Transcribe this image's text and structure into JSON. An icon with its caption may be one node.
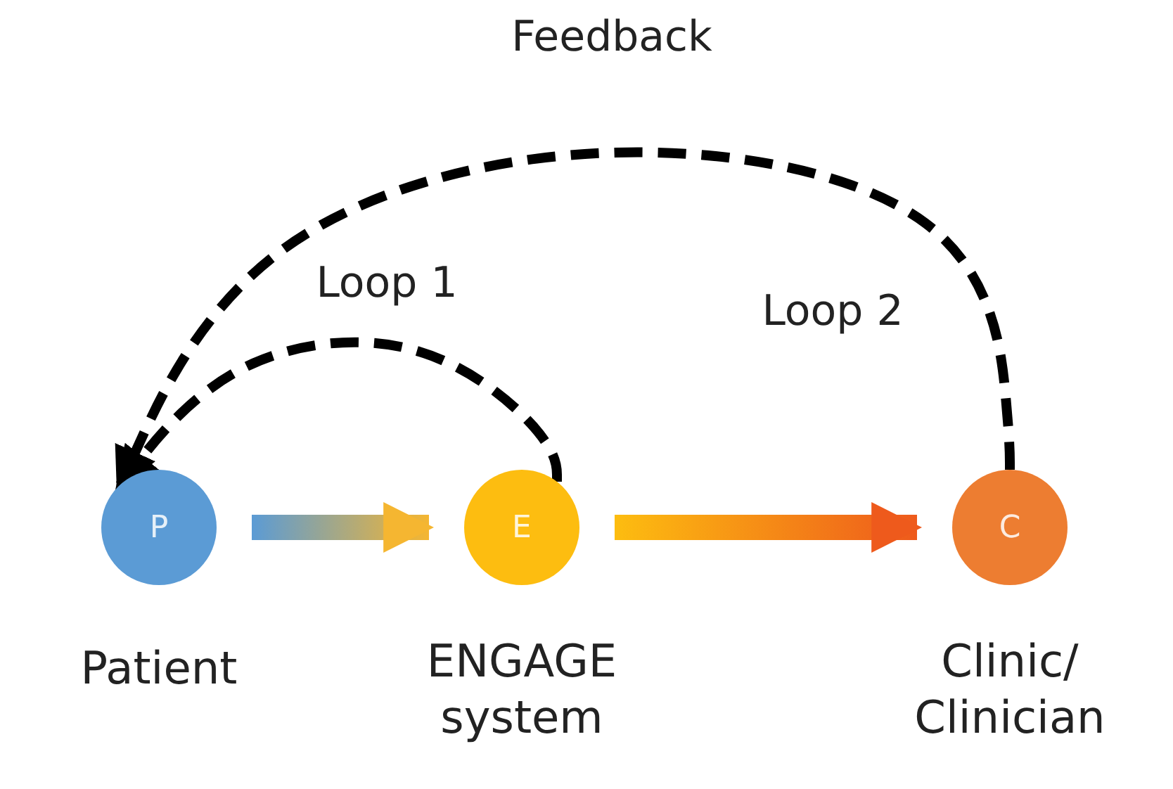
{
  "diagram": {
    "nodes": [
      {
        "text": [
          "P"
        ],
        "beside": [
          "Patient"
        ]
      },
      {
        "text": [
          "E"
        ],
        "beside": [
          "ENGAGE system"
        ]
      },
      {
        "text": [
          "C"
        ],
        "beside": [
          "Clinic/ Clinician"
        ]
      }
    ],
    "edges": [
      {
        "from": 0,
        "to": 1,
        "arrow": "to",
        "style": "thick",
        "color": "#f5b631"
      },
      {
        "from": 1,
        "to": 2,
        "arrow": "to",
        "style": "thick",
        "color": "#ee5a1c"
      },
      {
        "from": 1,
        "to": 0,
        "arrow": "to",
        "style": "dashed",
        "label": "Loop 1"
      },
      {
        "from": 2,
        "to": 0,
        "arrow": "to",
        "style": "dashed",
        "label": "Loop 2"
      }
    ],
    "labels": [
      "Feedback"
    ]
  }
}
